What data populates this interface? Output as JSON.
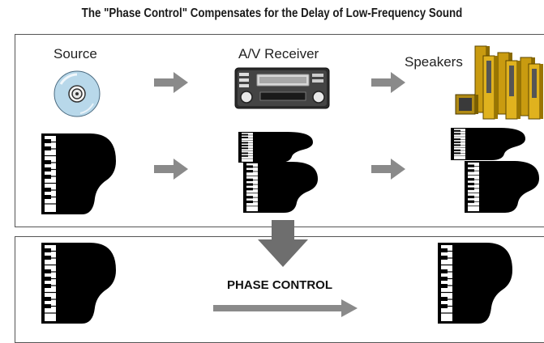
{
  "title": "The \"Phase Control\" Compensates for the Delay of Low-Frequency Sound",
  "top_panel": {
    "source_label": "Source",
    "receiver_label": "A/V Receiver",
    "speakers_label": "Speakers"
  },
  "bottom_panel": {
    "phase_control_label": "PHASE CONTROL"
  },
  "icons": [
    "cd-disc-icon",
    "av-receiver-icon",
    "speakers-icon",
    "grand-piano-icon",
    "right-arrow-icon",
    "down-arrow-icon"
  ],
  "colors": {
    "arrow_gray": "#8a8a8a",
    "disc_blue": "#b8d8ea",
    "speaker_gold": "#e0b21e",
    "piano_black": "#000000"
  }
}
